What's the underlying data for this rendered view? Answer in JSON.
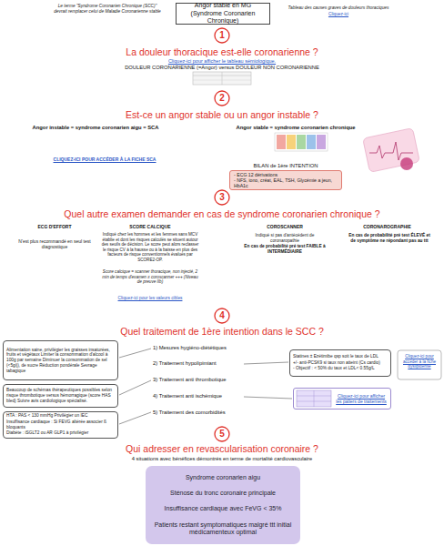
{
  "diagram": {
    "nodes": [
      {
        "text": [
          "Angor stable en MG (Syndrome Coronarien Chronique)"
        ]
      },
      {
        "text": [
          "1"
        ]
      },
      {
        "text": [
          "2"
        ]
      },
      {
        "text": [
          "- ECG 12 dérivations",
          "- NFS, iono, créat, EAL, TSH, Glycémie a jeun, HbA1c"
        ]
      },
      {
        "text": [
          "3"
        ]
      },
      {
        "text": [
          "4"
        ]
      },
      {
        "text": [
          "Alimentation saine, privilégier les graisses insaturées, fruits et végétaux Limiter la consommation d'alcool à 100g par semaine Diminuer la consommation de sel (<5g/j), de sucre Réduction pondérale Sevrage tabagique"
        ]
      },
      {
        "text": [
          "Beaucoup de schémas thérapeutiques possibles selon risque thrombotique versus hémorragique (score HAS bled) Suivre avis cardiologique spécialisé."
        ]
      },
      {
        "text": [
          "HTA : PAS < 130 mmHg Privilégier un IEC",
          "Insuffisance cardiaque : Si FEVG altérée associer ß bloquants",
          "Diabète : iSGLT2 ou AR GLP1 à privilégier"
        ]
      },
      {
        "text": [
          "Statines ± Ezétimibe qsp soit le taux de LDL",
          "+/- anti-PCSK9 si taux non atteint (Cs cardio)",
          "- Objectif : < 50% du taux et LDL< 0.55g/L"
        ]
      },
      {
        "text": [
          "Cliquez-ici pour afficher les paliers de traitements"
        ]
      },
      {
        "text": [
          "5"
        ]
      },
      {
        "text": [
          "Syndrome coronarien aigu",
          "Sténose du tronc coronaire principale",
          "Insuffisance cardiaque avec FeVG < 35%",
          "Patients restant symptomatiques malgré ttt initial médicamenteux optimal"
        ]
      }
    ],
    "labels": [
      "Le terme \"Syndrome Coronarien Chronique (SCC)\" devrait remplacer celui de Maladie Coronarienne stable",
      "Tableau des causes graves de douleurs thoraciques",
      "Cliquez-ici",
      "La douleur thoracique est-elle coronarienne ?",
      "Cliquez-ici pour afficher le tableau sémiologique.",
      "DOULEUR CORONARIENNE (=Angor) versus DOULEUR NON CORONARIENNE",
      "Est-ce un angor stable ou un angor instable ?",
      "Angor instable = syndrome coronarien aigu = SCA",
      "Angor stable = syndrome coronarien chronique",
      "CLIQUEZ-ICI POUR ACCÉDER À LA FICHE SCA",
      "BILAN de 1ère INTENTION",
      "Quel autre examen demander en cas de syndrome coronarien chronique ?",
      "ECG D'EFFORT",
      "SCORE CALCIQUE",
      "COROSCANNER",
      "CORONAROGRAPHIE",
      "N'est plus recommandé en seul test diagnostique",
      "Indiqué chez les hommes et les femmes sans MCV établie et dont les risques calculés se situent autour des seuils de décision. Le score peut alors reclasser le risque CV à la hausse ou à la baisse en plus des facteurs de risque conventionnels évalués par SCORE2-OP.",
      "Score calcique = scanner thoracique, non injecté, 2 min de temps d'examen ≠ coroscanner +++ (Niveau de preuve IIb)",
      "Indiqué si pas d'antécédent de coronaropathie",
      "En cas de probabilité pré test FAIBLE à INTERMÉDIAIRE",
      "En cas de probabilité pré test ÉLEVÉ et de symptôme ne répondant pas au ttt",
      "Cliquez-ici pour les valeurs cibles",
      "Quel traitement de 1ère intention dans le SCC ?",
      "1) Mesures hygiéno-diététiques",
      "2) Traitement hypolipimiant",
      "3) Traitement anti thrombotique",
      "4) Traitement anti ischémique",
      "5) Traitement des comorbidités",
      "Cliquez-ici pour accéder à la fiche dyslipidémie",
      "Qui adresser en revascularisation coronaire ?",
      "4 situations avec bénéfices démontrés en terme de mortalité cardiovasculaire"
    ]
  }
}
